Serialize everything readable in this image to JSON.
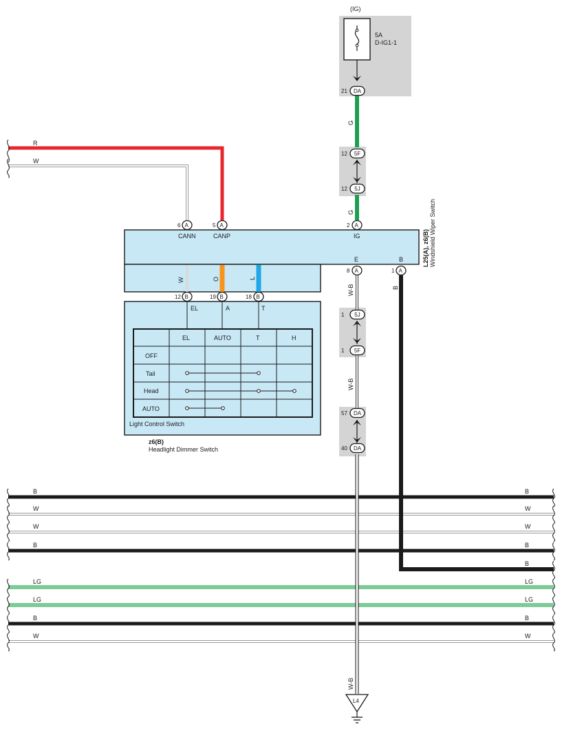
{
  "colors": {
    "R": "#e8262b",
    "W": "#d9d9d9",
    "G": "#1e9f4f",
    "LG": "#7ccb98",
    "B": "#1a1a1a",
    "O": "#f7941d",
    "L": "#1fa7e6",
    "box": "#c8e8f6",
    "gray": "#d4d4d4"
  },
  "fuse": {
    "top_label": "(IG)",
    "rating": "5A",
    "name": "D-IG1-1"
  },
  "windshield_switch": {
    "title": "L25(A), z6(B)",
    "name": "Windshield Wiper Switch",
    "pins": [
      {
        "num": "6",
        "conn": "A",
        "label": "CANN"
      },
      {
        "num": "5",
        "conn": "A",
        "label": "CANP"
      },
      {
        "num": "2",
        "conn": "A",
        "label": "IG"
      },
      {
        "num": "8",
        "conn": "A",
        "label": "E"
      },
      {
        "num": "1",
        "conn": "A",
        "label": "B"
      }
    ]
  },
  "headlight_switch": {
    "title": "z6(B)",
    "name": "Headlight Dimmer Switch",
    "sub_name": "Light Control Switch",
    "pins": [
      {
        "num": "12",
        "conn": "B",
        "label": "EL",
        "wire": "W"
      },
      {
        "num": "19",
        "conn": "B",
        "label": "A",
        "wire": "O"
      },
      {
        "num": "18",
        "conn": "B",
        "label": "T",
        "wire": "L"
      }
    ],
    "table": {
      "headers": [
        "",
        "EL",
        "AUTO",
        "T",
        "H"
      ],
      "rows": [
        "OFF",
        "Tail",
        "Head",
        "AUTO"
      ]
    }
  },
  "connectors": [
    {
      "num": "21",
      "id": "DA"
    },
    {
      "num": "12",
      "id": "5F"
    },
    {
      "num": "12",
      "id": "5J"
    },
    {
      "num": "1",
      "id": "5J"
    },
    {
      "num": "1",
      "id": "5F"
    },
    {
      "num": "57",
      "id": "DA"
    },
    {
      "num": "40",
      "id": "DA"
    }
  ],
  "wire_labels": {
    "g_upper": "G",
    "g_lower": "G",
    "r_top": "R",
    "w_top": "W",
    "wb_1": "W-B",
    "wb_2": "W-B",
    "wb_3": "W-B",
    "b_vert": "B"
  },
  "buses": [
    {
      "color": "B",
      "left": "B",
      "right": "B"
    },
    {
      "color": "W",
      "left": "W",
      "right": "W"
    },
    {
      "color": "W",
      "left": "W",
      "right": "W"
    },
    {
      "color": "B",
      "left": "B",
      "right": "B"
    },
    {
      "color": "B",
      "left": "",
      "right": "B"
    },
    {
      "color": "LG",
      "left": "LG",
      "right": "LG"
    },
    {
      "color": "LG",
      "left": "LG",
      "right": "LG"
    },
    {
      "color": "B",
      "left": "B",
      "right": "B"
    },
    {
      "color": "W",
      "left": "W",
      "right": "W"
    }
  ],
  "ground": {
    "label": "L4"
  }
}
